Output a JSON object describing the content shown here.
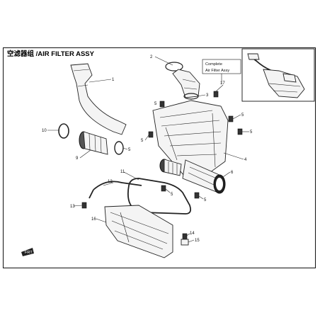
{
  "title": "空滤器组 /AIR FILTER ASSY",
  "complete_label": {
    "line1": "Complete",
    "line2": "Air Filter Assy"
  },
  "front_label": "FRT",
  "callouts": [
    "1",
    "2",
    "3",
    "4",
    "5",
    "6",
    "9",
    "10",
    "11",
    "12",
    "13",
    "14",
    "15",
    "16",
    "17"
  ],
  "repeat_callouts": {
    "five": "5"
  }
}
